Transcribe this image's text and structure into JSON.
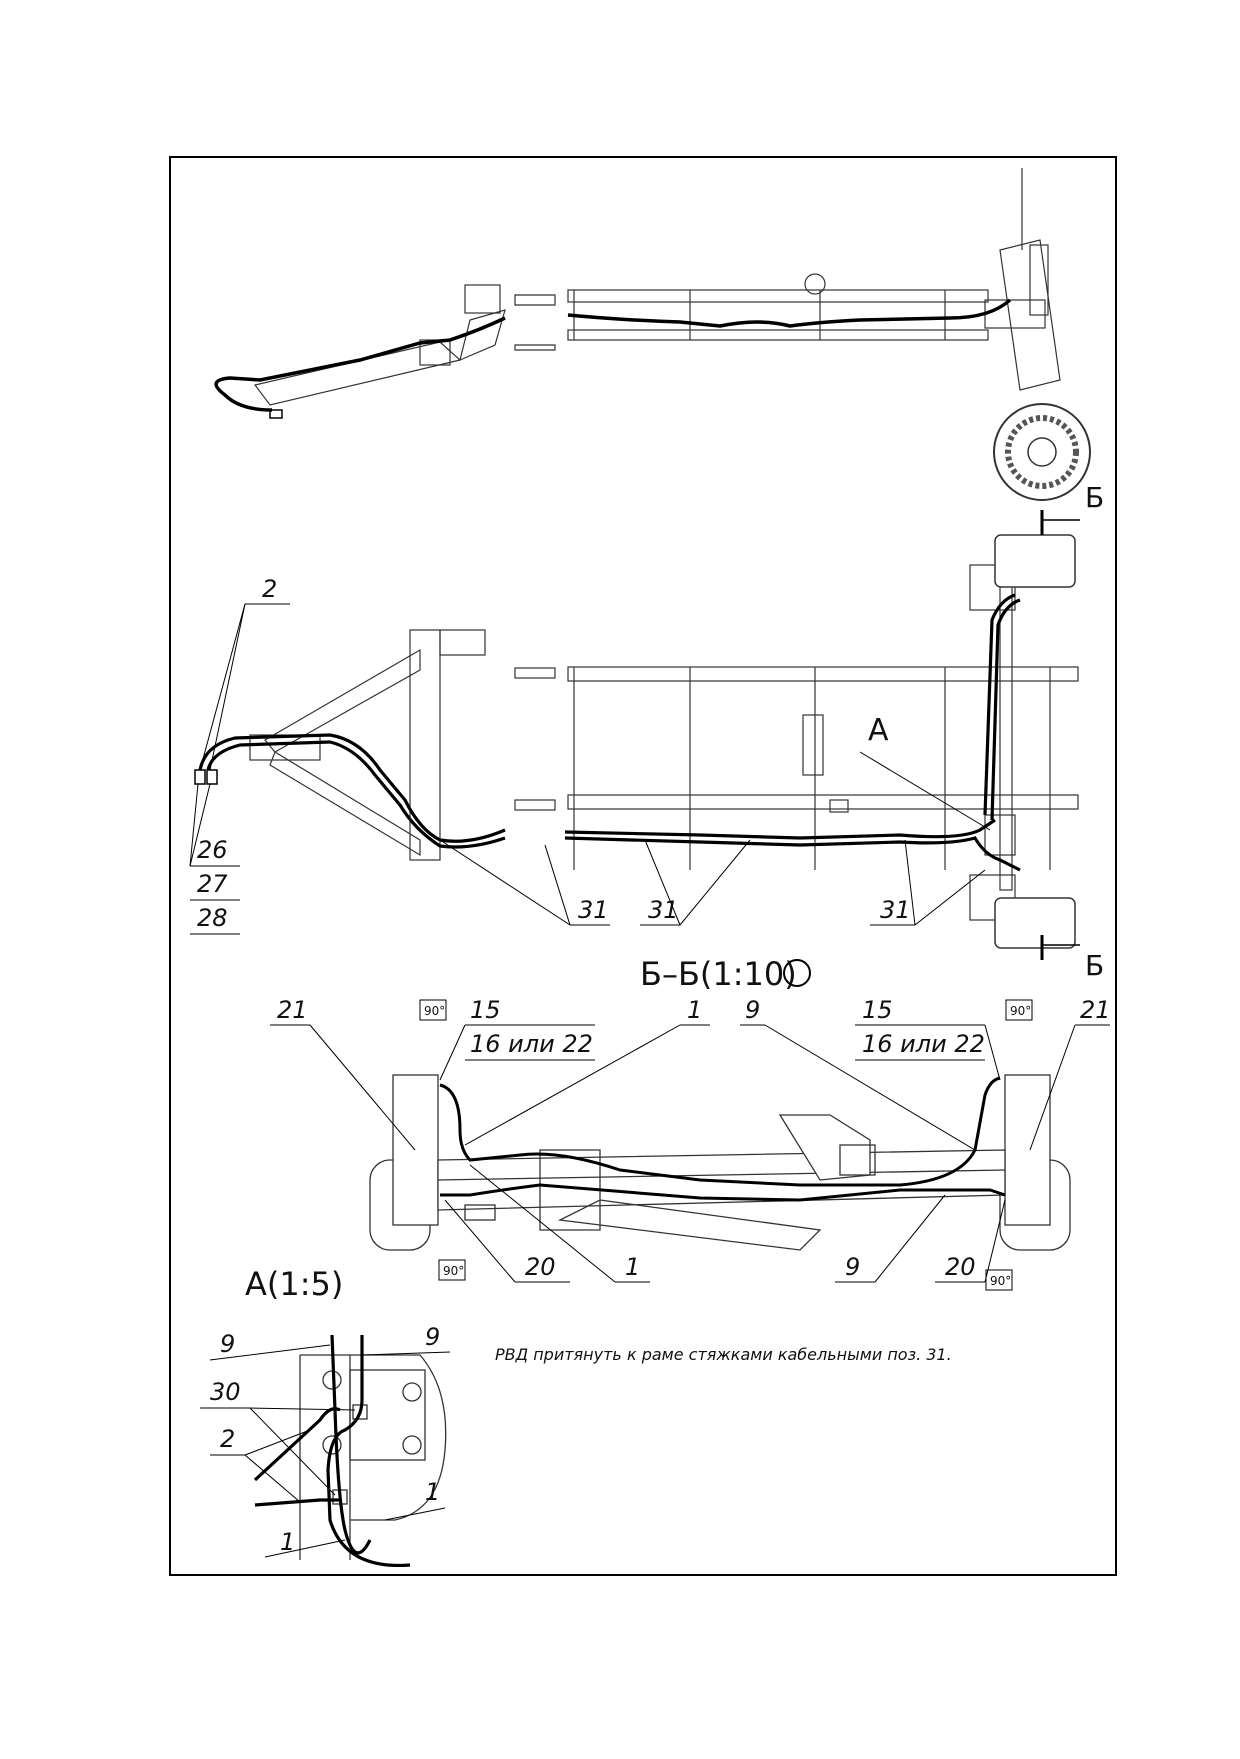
{
  "section_marker": "Б",
  "section_title": "Б–Б(1:10)",
  "detail_title": "А(1:5)",
  "callout_a": "А",
  "angle_label": "90°",
  "note": "РВД притянуть к раме стяжками кабельными поз. 31.",
  "positions": {
    "p1": "1",
    "p2": "2",
    "p9": "9",
    "p15": "15",
    "p16_22": "16 или 22",
    "p20": "20",
    "p21": "21",
    "p26": "26",
    "p27": "27",
    "p28": "28",
    "p30": "30",
    "p31": "31"
  }
}
